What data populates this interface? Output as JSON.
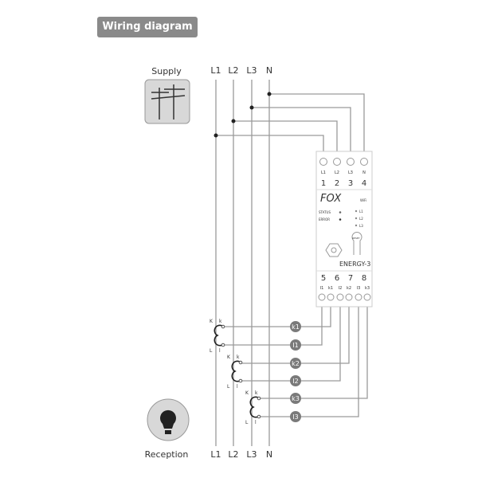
{
  "title": "Wiring diagram",
  "supply_label": "Supply",
  "reception_label": "Reception",
  "phases": [
    "L1",
    "L2",
    "L3",
    "N"
  ],
  "device": {
    "brand": "FOX",
    "model": "ENERGY-3",
    "wifi": "WiFi",
    "top_terminals": [
      "L1",
      "L2",
      "L3",
      "N"
    ],
    "top_numbers": [
      "1",
      "2",
      "3",
      "4"
    ],
    "bottom_numbers": [
      "5",
      "6",
      "7",
      "8"
    ],
    "bottom_terminals": [
      "I1",
      "k1",
      "I2",
      "k2",
      "I3",
      "k3"
    ],
    "status": "STATUS",
    "error": "ERROR",
    "leds": [
      "L1",
      "L2",
      "L3"
    ],
    "reset": "RESET"
  },
  "ct_labels": {
    "K": "K",
    "k": "k",
    "L": "L",
    "l": "l"
  },
  "connectors": [
    "k1",
    "I1",
    "k2",
    "I2",
    "k3",
    "I3"
  ],
  "colors": {
    "line": "#9a9a9a",
    "badge": "#8a8a8a",
    "connector": "#7a7a7a"
  }
}
